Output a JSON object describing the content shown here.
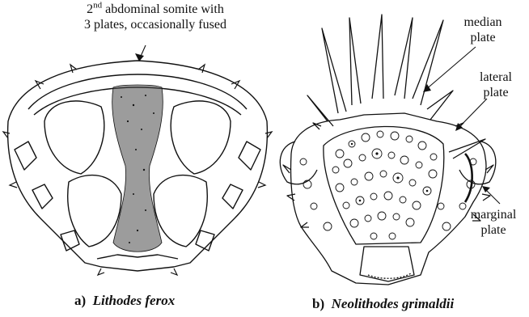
{
  "annotations": {
    "somite_prefix": "2",
    "somite_sup": "nd",
    "somite_line1_rest": " abdominal somite with",
    "somite_line2": "3 plates, occasionally fused",
    "median_line1": "median",
    "median_line2": "plate",
    "lateral_line1": "lateral",
    "lateral_line2": "plate",
    "marginal_line1": "marginal",
    "marginal_line2": "plate"
  },
  "captions": {
    "a_prefix": "a)",
    "a_taxon": "Lithodes ferox",
    "b_prefix": "b)",
    "b_taxon": "Neolithodes grimaldii"
  },
  "colors": {
    "ink": "#111111",
    "background": "#ffffff"
  }
}
